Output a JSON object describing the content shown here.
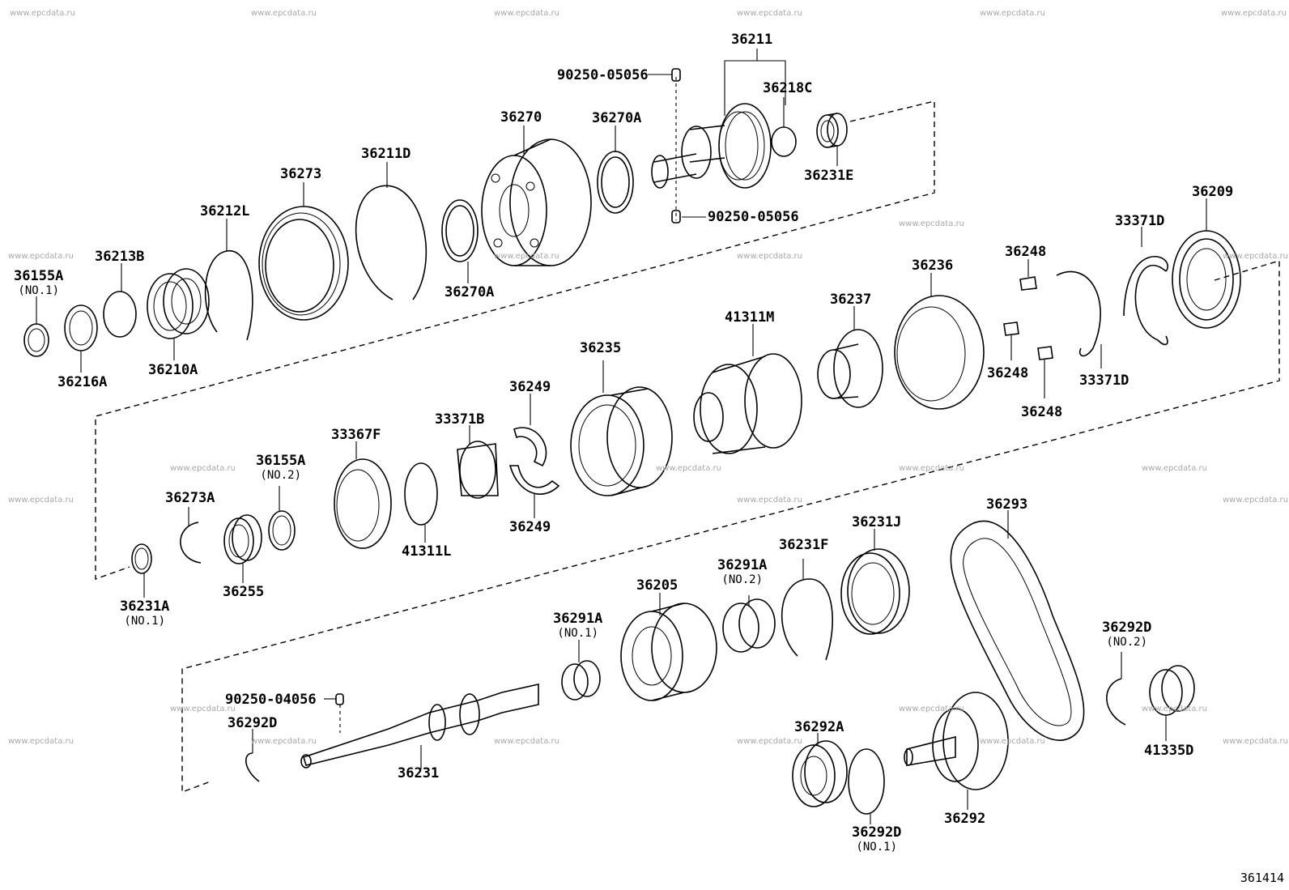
{
  "watermark": "www.epcdata.ru",
  "figure_code": "361414",
  "parts": {
    "p36211": "36211",
    "p90250_05056_a": "90250-05056",
    "p36218C": "36218C",
    "p36270": "36270",
    "p36270A_a": "36270A",
    "p36231E": "36231E",
    "p90250_05056_b": "90250-05056",
    "p36211D": "36211D",
    "p36273": "36273",
    "p36212L": "36212L",
    "p36270A_b": "36270A",
    "p36209": "36209",
    "p33371D_a": "33371D",
    "p36248_a": "36248",
    "p36155A_1": "36155A",
    "p36155A_1_sub": "(NO.1)",
    "p36213B": "36213B",
    "p36236": "36236",
    "p36237": "36237",
    "p41311M": "41311M",
    "p36216A": "36216A",
    "p36210A": "36210A",
    "p36248_b": "36248",
    "p33371D_b": "33371D",
    "p36235": "36235",
    "p36249_a": "36249",
    "p36248_c": "36248",
    "p33367F": "33367F",
    "p33371B": "33371B",
    "p36155A_2": "36155A",
    "p36155A_2_sub": "(NO.2)",
    "p36273A": "36273A",
    "p36293": "36293",
    "p36249_b": "36249",
    "p41311L": "41311L",
    "p36231J": "36231J",
    "p36231F": "36231F",
    "p36291A_2": "36291A",
    "p36291A_2_sub": "(NO.2)",
    "p36255": "36255",
    "p36205": "36205",
    "p36231A": "36231A",
    "p36231A_sub": "(NO.1)",
    "p36291A_1": "36291A",
    "p36291A_1_sub": "(NO.1)",
    "p36292D_2": "36292D",
    "p36292D_2_sub": "(NO.2)",
    "p90250_04056": "90250-04056",
    "p36292D_a": "36292D",
    "p36292A": "36292A",
    "p41335D": "41335D",
    "p36231": "36231",
    "p36292": "36292",
    "p36292D_1": "36292D",
    "p36292D_1_sub": "(NO.1)"
  }
}
